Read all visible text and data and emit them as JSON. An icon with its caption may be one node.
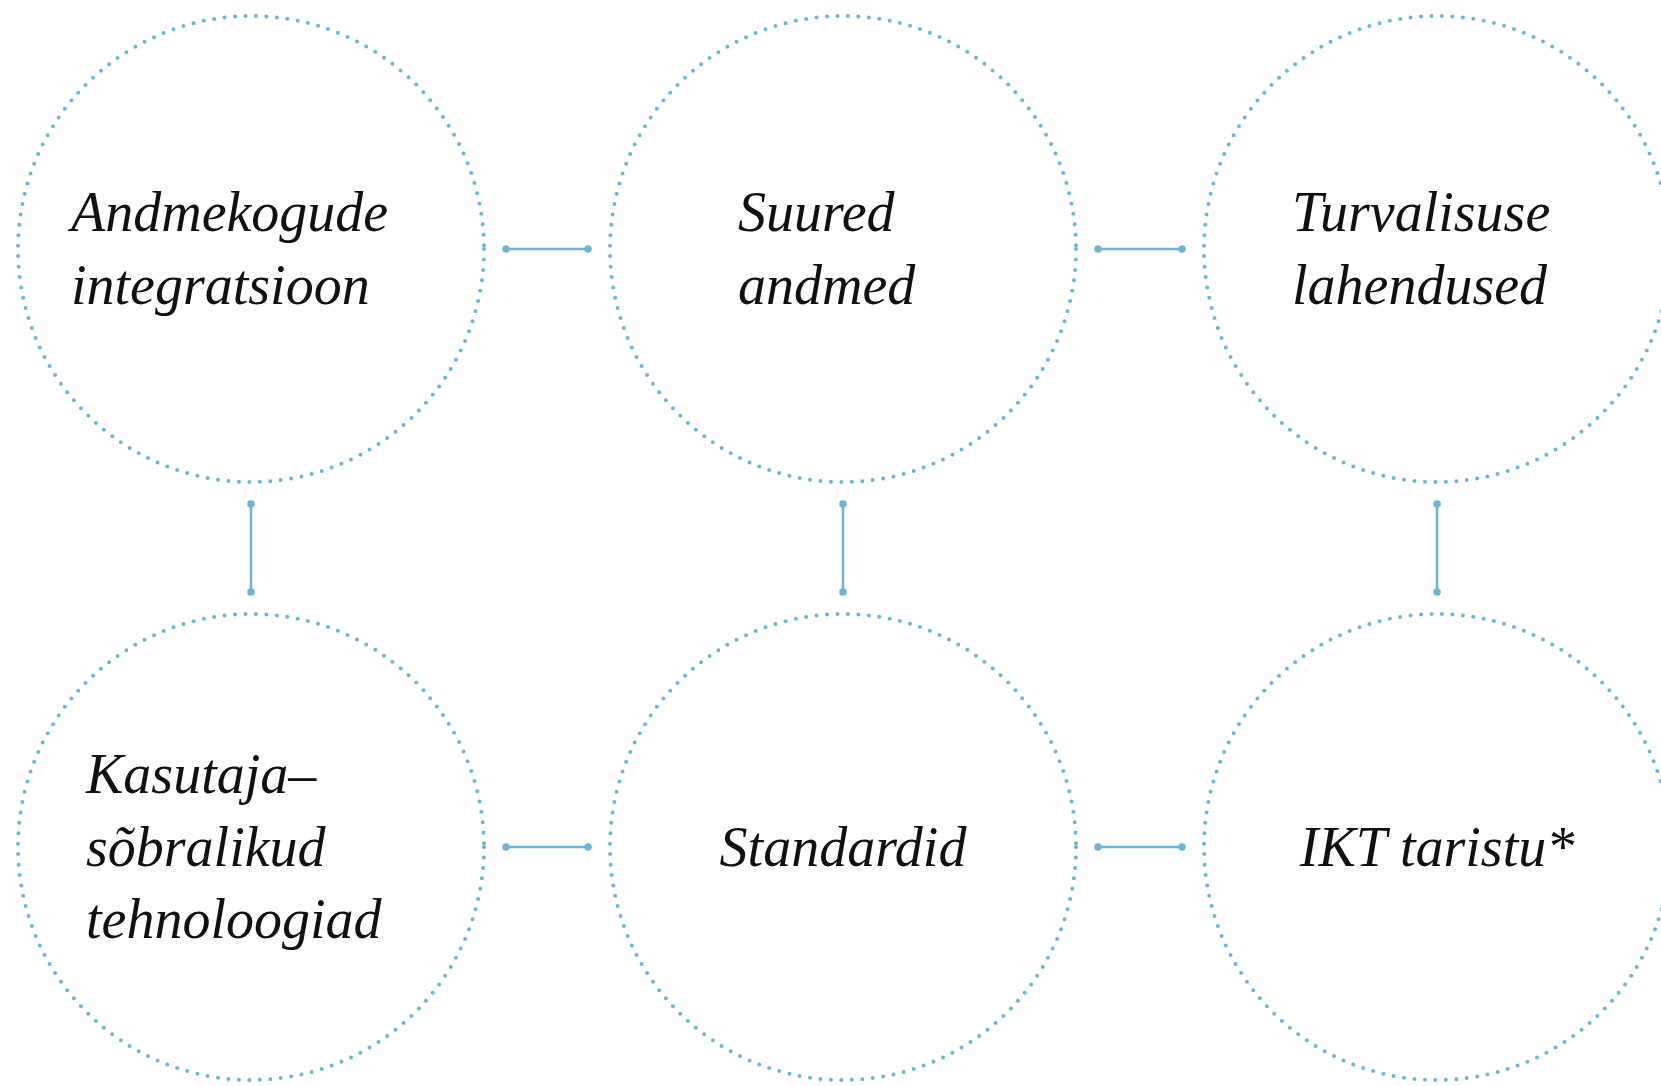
{
  "diagram": {
    "nodes": [
      {
        "text": [
          "Andmekogude integratsioon"
        ]
      },
      {
        "text": [
          "Suured andmed"
        ]
      },
      {
        "text": [
          "Turvalisuse lahendused"
        ]
      },
      {
        "text": [
          "Kasutaja–sõbralikud tehnoloogiad"
        ]
      },
      {
        "text": [
          "Standardid"
        ]
      },
      {
        "text": [
          "IKT taristu*"
        ]
      }
    ],
    "edges": [
      {
        "from": 0,
        "to": 1,
        "arrow": "other"
      },
      {
        "from": 1,
        "to": 2,
        "arrow": "other"
      },
      {
        "from": 0,
        "to": 3,
        "arrow": "other"
      },
      {
        "from": 1,
        "to": 4,
        "arrow": "other"
      },
      {
        "from": 2,
        "to": 5,
        "arrow": "other"
      },
      {
        "from": 3,
        "to": 4,
        "arrow": "other"
      },
      {
        "from": 4,
        "to": 5,
        "arrow": "other"
      }
    ]
  }
}
